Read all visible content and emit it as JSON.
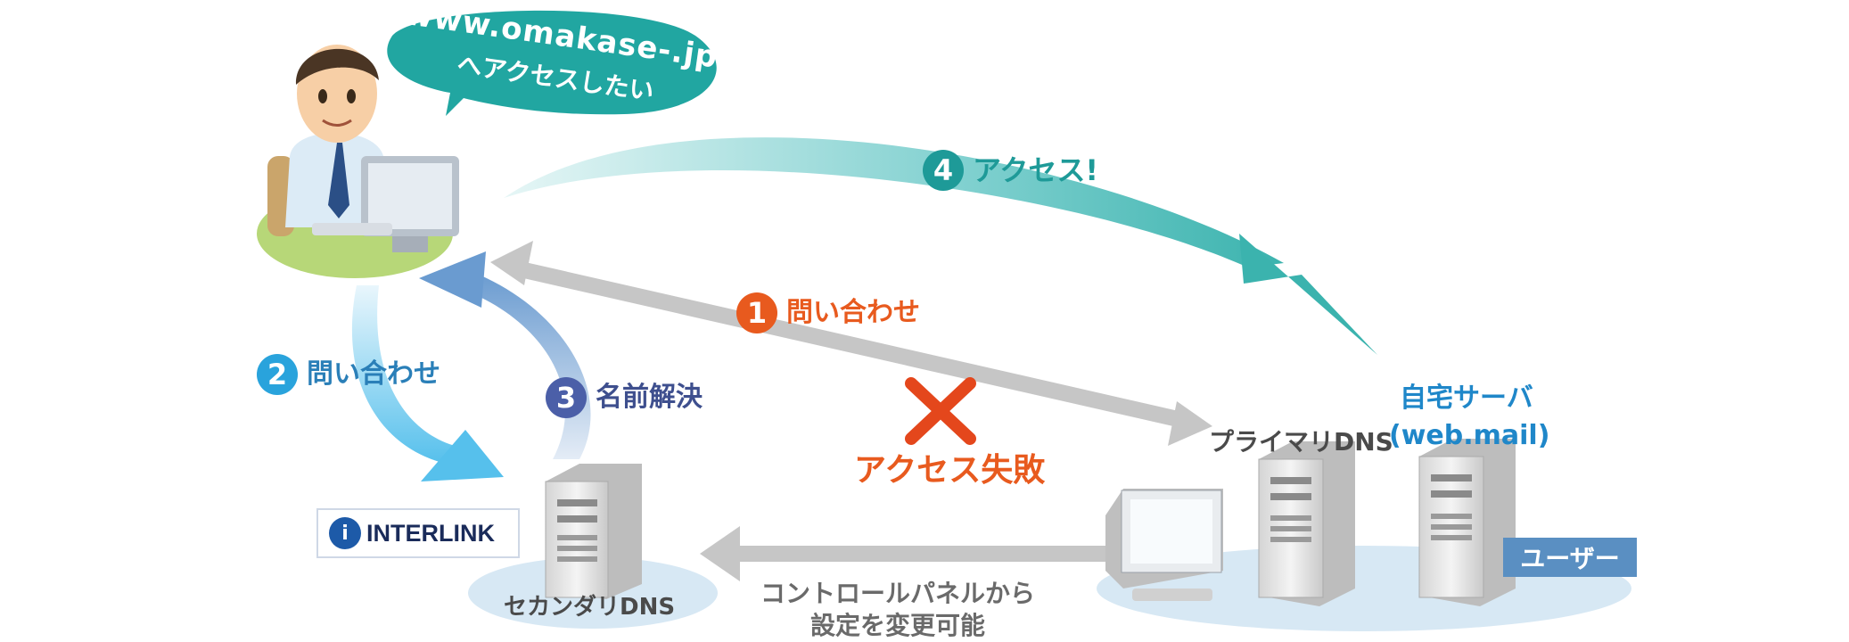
{
  "speech_bubble": {
    "line1": "www.omakase-.jp",
    "line2": "へアクセスしたい"
  },
  "steps": [
    {
      "num": "1",
      "label": "問い合わせ",
      "color": "#e85a1e"
    },
    {
      "num": "2",
      "label": "問い合わせ",
      "color": "#29a3dc"
    },
    {
      "num": "3",
      "label": "名前解決",
      "color": "#4b5fa8"
    },
    {
      "num": "4",
      "label": "アクセス!",
      "color": "#1e9a98"
    }
  ],
  "failure": {
    "label": "アクセス失敗",
    "mark": "✕"
  },
  "nodes": {
    "primary_dns": "プライマリDNS",
    "secondary_dns": "セカンダリDNS",
    "home_server": {
      "line1": "自宅サーバ",
      "line2": "(web.mail)"
    },
    "user_label": "ユーザー"
  },
  "logo": {
    "mark": "i",
    "text": "INTERLINK"
  },
  "control_panel": {
    "line1": "コントロールパネルから",
    "line2": "設定を変更可能"
  },
  "colors": {
    "orange": "#e85a1e",
    "teal": "#1e9a98",
    "blue": "#29a3dc",
    "indigo": "#4b5fa8",
    "grey_arrow": "#c6c6c6",
    "user_box": "#5a8fc2"
  }
}
